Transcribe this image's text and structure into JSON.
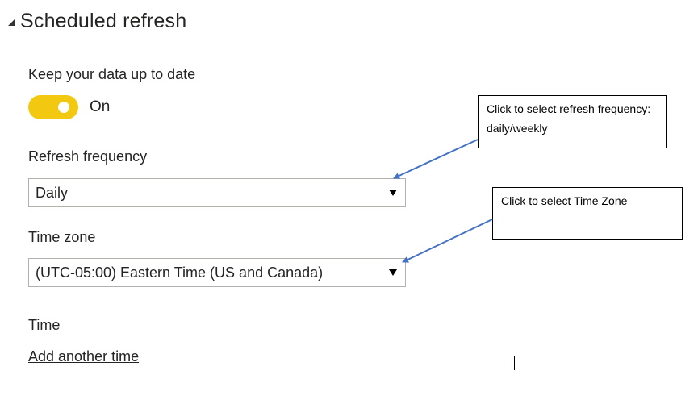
{
  "section": {
    "title": "Scheduled refresh",
    "collapse_icon": "triangle-collapse-icon"
  },
  "keep_up_to_date": {
    "label": "Keep your data up to date",
    "toggle_state": "On",
    "toggle_color": "#f2c811"
  },
  "refresh_frequency": {
    "label": "Refresh frequency",
    "selected": "Daily"
  },
  "time_zone": {
    "label": "Time zone",
    "selected": "(UTC-05:00) Eastern Time (US and Canada)"
  },
  "time": {
    "label": "Time",
    "add_link": "Add another time"
  },
  "callouts": {
    "frequency": "Click to select refresh frequency: daily/weekly",
    "timezone": "Click to select Time Zone"
  },
  "colors": {
    "arrow": "#4472c4",
    "accent": "#f2c811"
  }
}
